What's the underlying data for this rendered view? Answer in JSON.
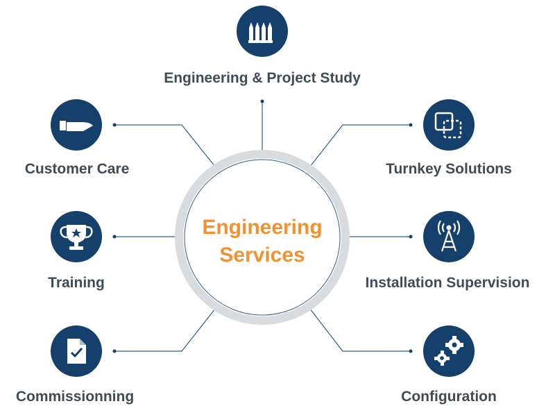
{
  "center": {
    "line1": "Engineering",
    "line2": "Services",
    "color": "#f0922f"
  },
  "colors": {
    "icon_circle": "#14406b",
    "connector": "#2e5f86",
    "ring": "#d9dcdf",
    "label": "#414b55"
  },
  "nodes": [
    {
      "id": "engineering-project-study",
      "label": "Engineering & Project Study",
      "icon": "pencils-icon"
    },
    {
      "id": "customer-care",
      "label": "Customer Care",
      "icon": "helping-hand-icon"
    },
    {
      "id": "turnkey-solutions",
      "label": "Turnkey Solutions",
      "icon": "overlapping-squares-icon"
    },
    {
      "id": "training",
      "label": "Training",
      "icon": "trophy-icon"
    },
    {
      "id": "installation-supervision",
      "label": "Installation Supervision",
      "icon": "radio-tower-icon"
    },
    {
      "id": "commissionning",
      "label": "Commissionning",
      "icon": "checked-document-icon"
    },
    {
      "id": "configuration",
      "label": "Configuration",
      "icon": "gears-icon"
    }
  ]
}
